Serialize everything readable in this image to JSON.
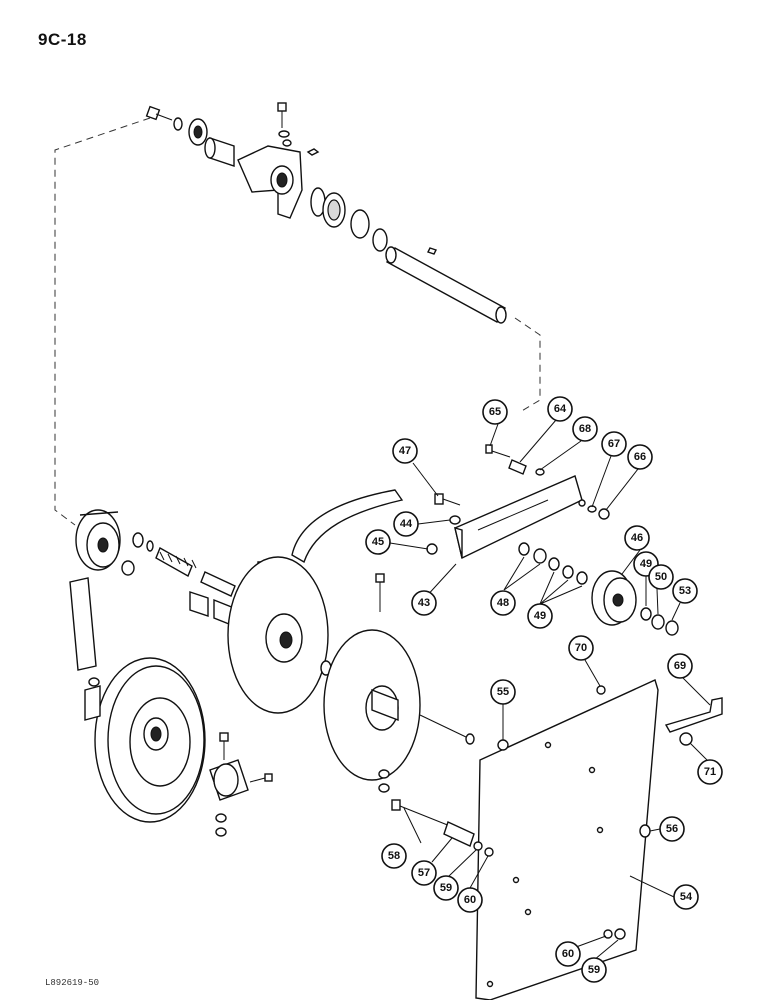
{
  "page": {
    "title": "9C-18",
    "footer_code": "L892619-50"
  },
  "callouts": [
    {
      "id": "c65",
      "label": "65"
    },
    {
      "id": "c64",
      "label": "64"
    },
    {
      "id": "c68",
      "label": "68"
    },
    {
      "id": "c67",
      "label": "67"
    },
    {
      "id": "c66",
      "label": "66"
    },
    {
      "id": "c47",
      "label": "47"
    },
    {
      "id": "c44",
      "label": "44"
    },
    {
      "id": "c45",
      "label": "45"
    },
    {
      "id": "c43",
      "label": "43"
    },
    {
      "id": "c48",
      "label": "48"
    },
    {
      "id": "c49a",
      "label": "49"
    },
    {
      "id": "c46",
      "label": "46"
    },
    {
      "id": "c49b",
      "label": "49"
    },
    {
      "id": "c50",
      "label": "50"
    },
    {
      "id": "c53",
      "label": "53"
    },
    {
      "id": "c70",
      "label": "70"
    },
    {
      "id": "c69",
      "label": "69"
    },
    {
      "id": "c55",
      "label": "55"
    },
    {
      "id": "c71",
      "label": "71"
    },
    {
      "id": "c56",
      "label": "56"
    },
    {
      "id": "c58",
      "label": "58"
    },
    {
      "id": "c57",
      "label": "57"
    },
    {
      "id": "c59a",
      "label": "59"
    },
    {
      "id": "c60a",
      "label": "60"
    },
    {
      "id": "c54",
      "label": "54"
    },
    {
      "id": "c60b",
      "label": "60"
    },
    {
      "id": "c59b",
      "label": "59"
    }
  ]
}
